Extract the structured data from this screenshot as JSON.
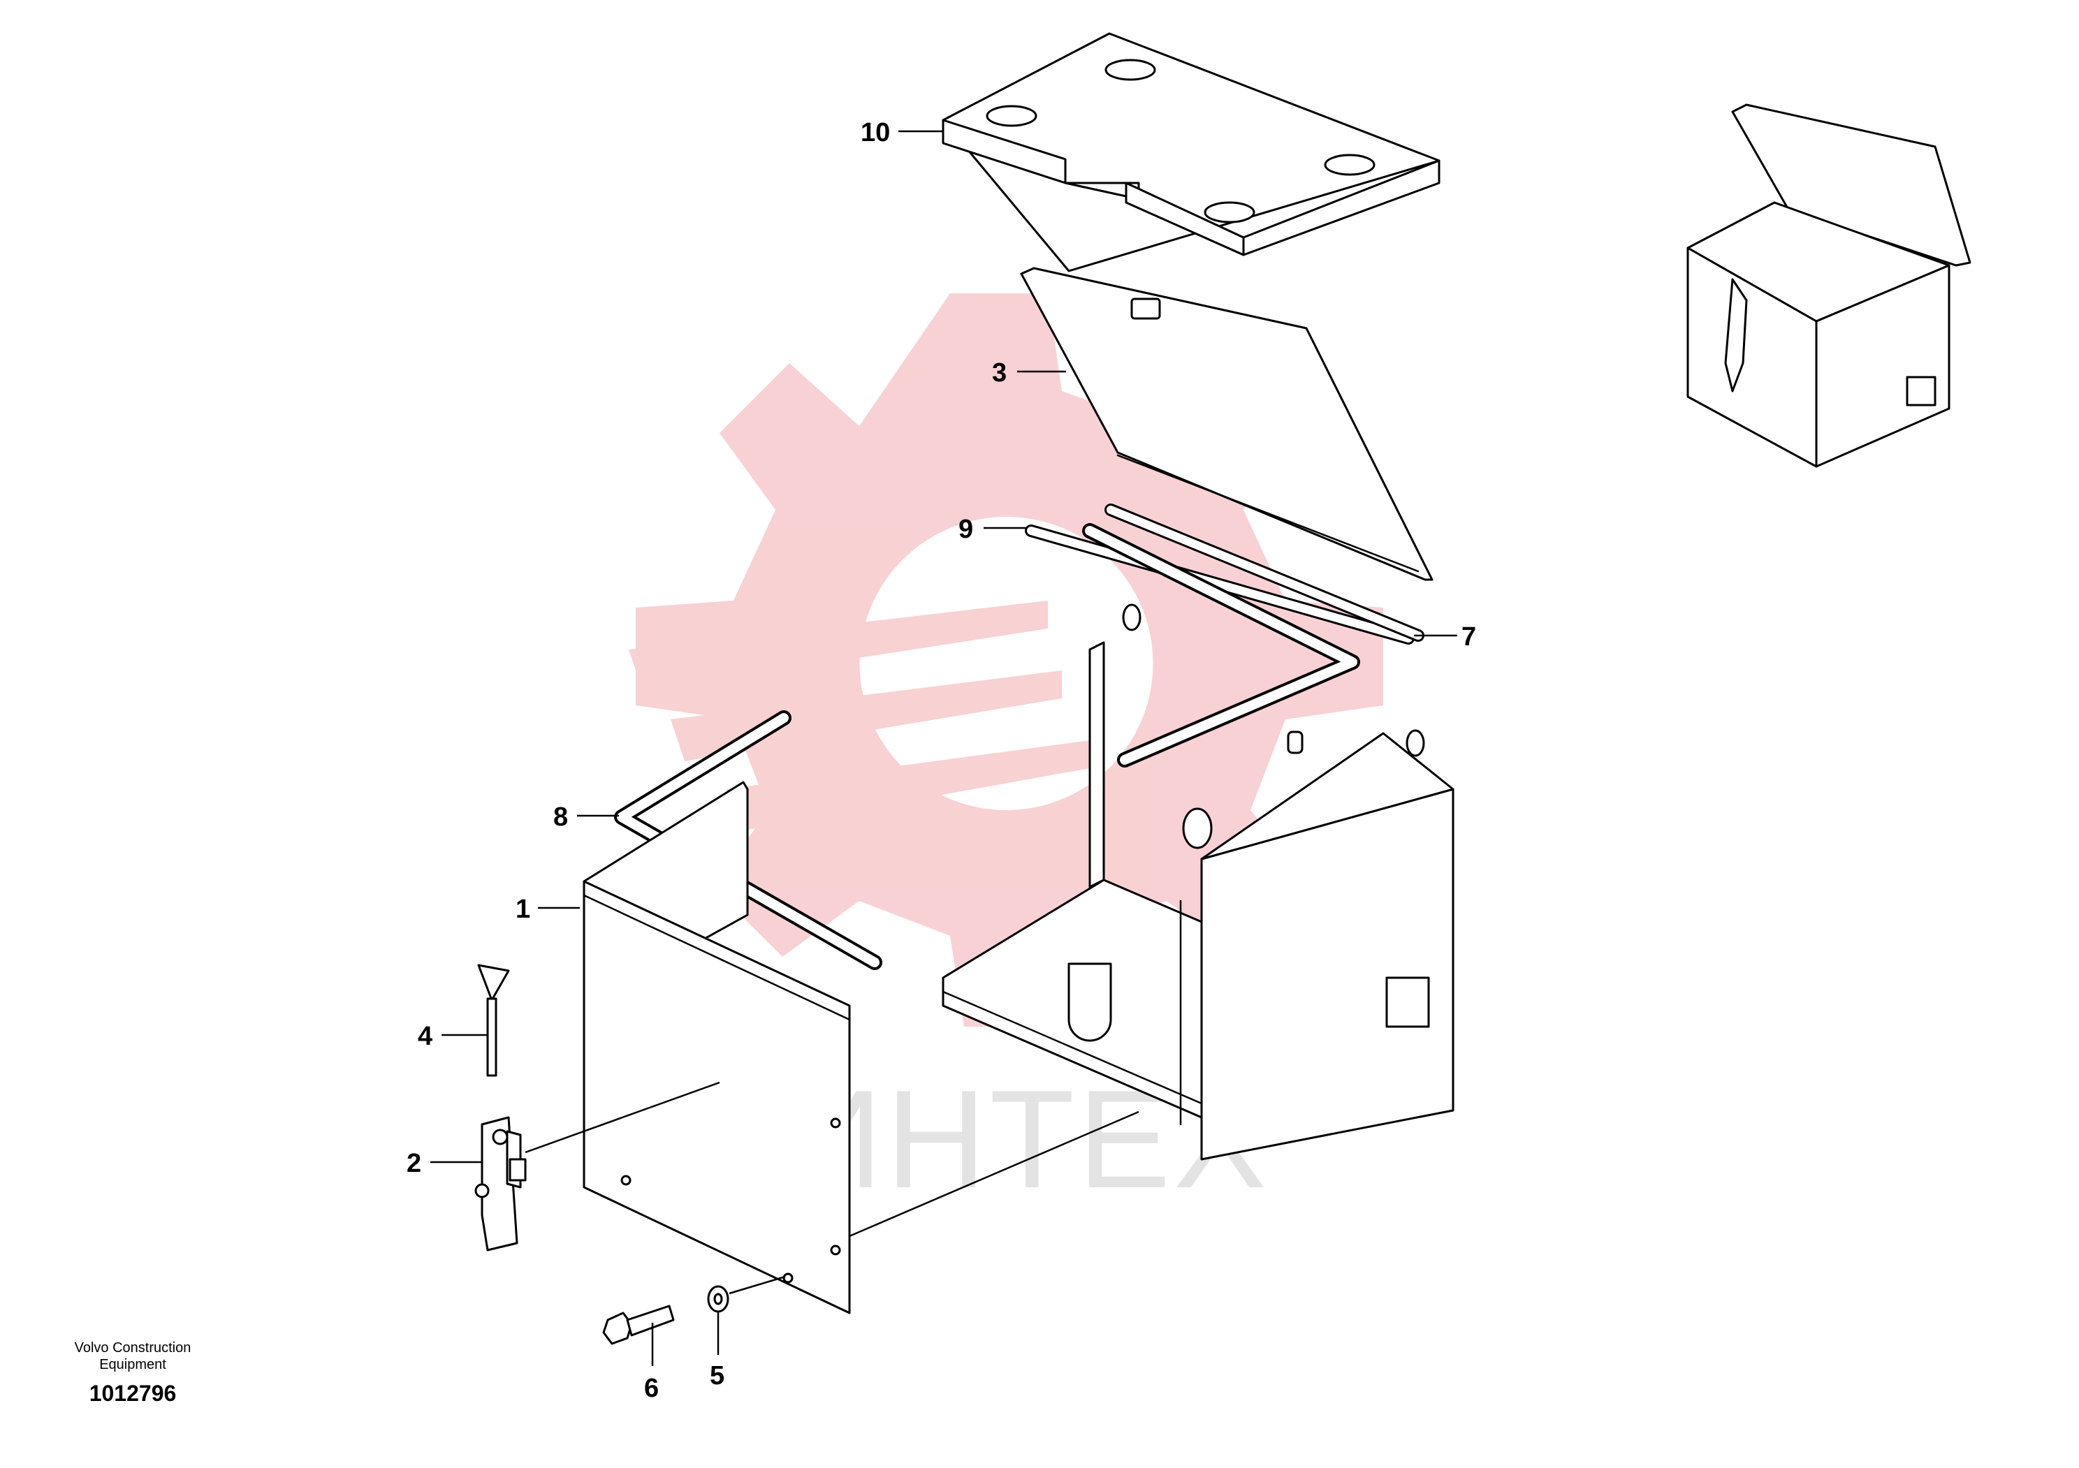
{
  "drawing": {
    "publisher_line1": "Volvo Construction",
    "publisher_line2": "Equipment",
    "drawing_number": "1012796"
  },
  "watermark": {
    "text": "ИНТЕХ",
    "gear_color": "#f7c9cc",
    "text_color": "#e3e3e3"
  },
  "callouts": [
    {
      "id": "1",
      "label": "1"
    },
    {
      "id": "2",
      "label": "2"
    },
    {
      "id": "3",
      "label": "3"
    },
    {
      "id": "4",
      "label": "4"
    },
    {
      "id": "5",
      "label": "5"
    },
    {
      "id": "6",
      "label": "6"
    },
    {
      "id": "7",
      "label": "7"
    },
    {
      "id": "8",
      "label": "8"
    },
    {
      "id": "9",
      "label": "9"
    },
    {
      "id": "10",
      "label": "10"
    }
  ]
}
